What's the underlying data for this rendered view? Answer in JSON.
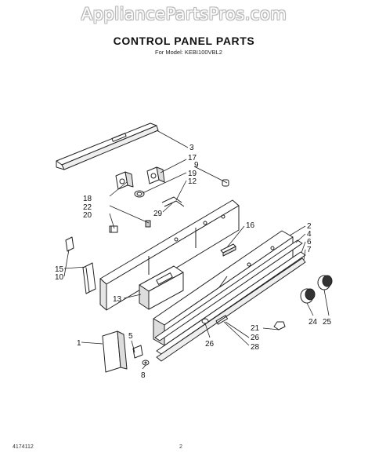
{
  "header": {
    "watermark": "AppliancePartsPros.com",
    "title": "CONTROL PANEL PARTS",
    "subtitle": "For Model: KEBI100VBL2"
  },
  "footer": {
    "doc_number": "4174112",
    "page_number": "2"
  },
  "callouts": [
    {
      "id": "c3",
      "label": "3"
    },
    {
      "id": "c17",
      "label": "17"
    },
    {
      "id": "c9",
      "label": "9"
    },
    {
      "id": "c19",
      "label": "19"
    },
    {
      "id": "c12",
      "label": "12"
    },
    {
      "id": "c18",
      "label": "18"
    },
    {
      "id": "c22",
      "label": "22"
    },
    {
      "id": "c20",
      "label": "20"
    },
    {
      "id": "c29",
      "label": "29"
    },
    {
      "id": "c16",
      "label": "16"
    },
    {
      "id": "c2",
      "label": "2"
    },
    {
      "id": "c4",
      "label": "4"
    },
    {
      "id": "c6",
      "label": "6"
    },
    {
      "id": "c7",
      "label": "7"
    },
    {
      "id": "c15",
      "label": "15"
    },
    {
      "id": "c10",
      "label": "10"
    },
    {
      "id": "c13",
      "label": "13"
    },
    {
      "id": "c24",
      "label": "24"
    },
    {
      "id": "c25",
      "label": "25"
    },
    {
      "id": "c21",
      "label": "21"
    },
    {
      "id": "c26a",
      "label": "26"
    },
    {
      "id": "c26b",
      "label": "26"
    },
    {
      "id": "c28",
      "label": "28"
    },
    {
      "id": "c1",
      "label": "1"
    },
    {
      "id": "c5",
      "label": "5"
    },
    {
      "id": "c8",
      "label": "8"
    }
  ]
}
